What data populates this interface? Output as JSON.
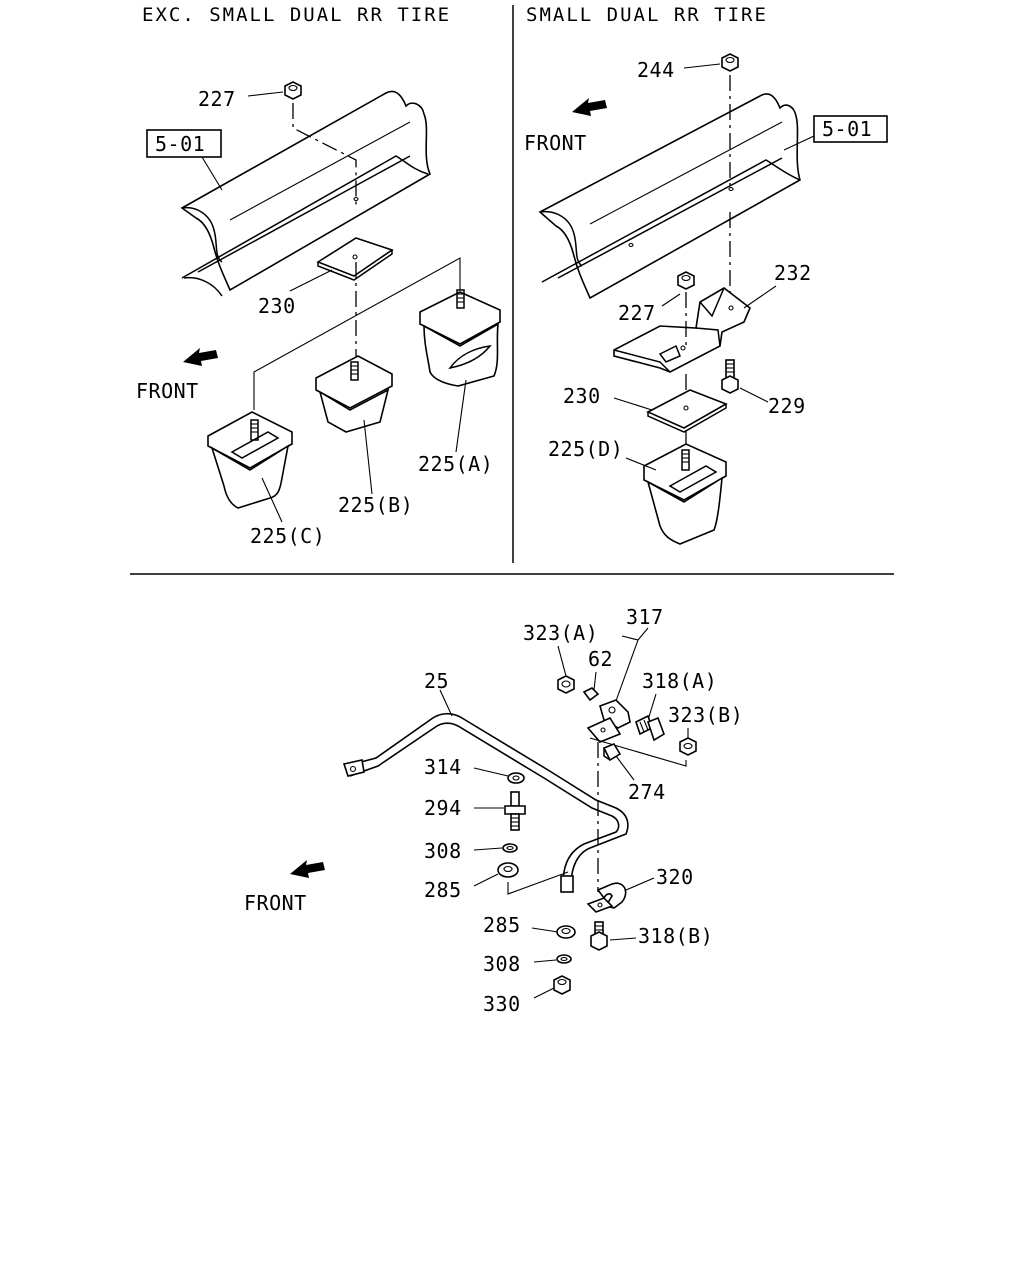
{
  "titles": {
    "left": "EXC. SMALL DUAL RR TIRE",
    "right": "SMALL DUAL RR TIRE"
  },
  "refs": {
    "left": "5-01",
    "right": "5-01"
  },
  "front_labels": {
    "upper_left": "FRONT",
    "upper_right": "FRONT",
    "lower": "FRONT"
  },
  "callouts_left": {
    "n227": "227",
    "n230": "230",
    "n225a": "225(A)",
    "n225b": "225(B)",
    "n225c": "225(C)"
  },
  "callouts_right": {
    "n244": "244",
    "n232": "232",
    "n227": "227",
    "n230": "230",
    "n229": "229",
    "n225d": "225(D)"
  },
  "callouts_lower": {
    "n25": "25",
    "n317": "317",
    "n323a": "323(A)",
    "n62": "62",
    "n318a": "318(A)",
    "n323b": "323(B)",
    "n274": "274",
    "n314": "314",
    "n294": "294",
    "n308a": "308",
    "n285a": "285",
    "n320": "320",
    "n285b": "285",
    "n318b": "318(B)",
    "n308b": "308",
    "n330": "330"
  }
}
